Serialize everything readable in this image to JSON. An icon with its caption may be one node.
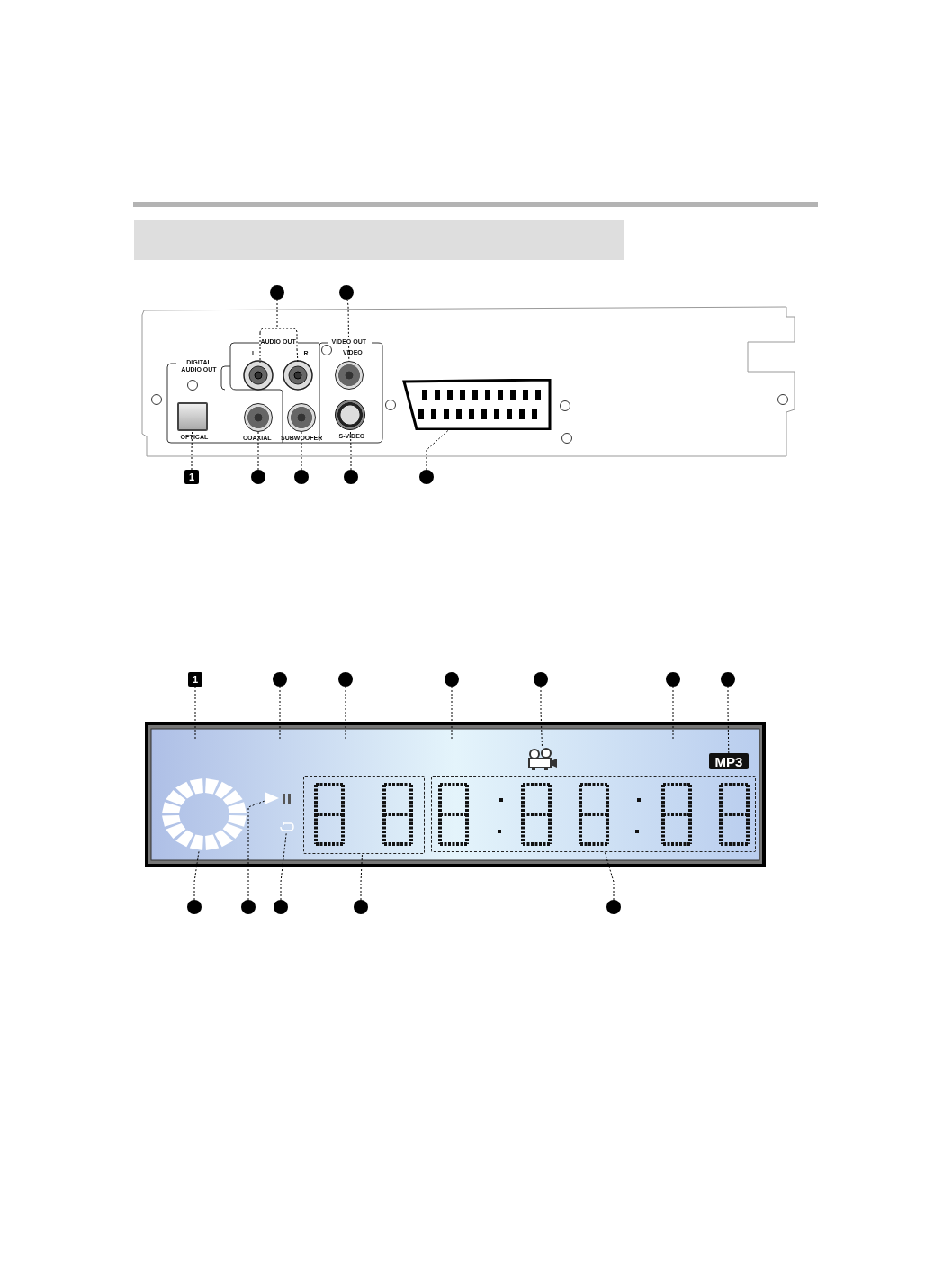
{
  "diagram": {
    "nodes": [
      {
        "text": [],
        "shape": "circle"
      },
      {
        "text": [],
        "shape": "circle"
      },
      {
        "text": [],
        "shape": "circle"
      },
      {
        "text": [],
        "shape": "box"
      },
      {
        "text": [],
        "shape": "circle"
      },
      {
        "text": [],
        "shape": "circle"
      },
      {
        "text": [],
        "shape": "circle"
      },
      {
        "text": [],
        "shape": "box"
      },
      {
        "text": [
          "1"
        ]
      },
      {
        "text": [],
        "shape": "circle"
      },
      {
        "text": [],
        "shape": "circle"
      },
      {
        "text": [],
        "shape": "circle"
      },
      {
        "text": [],
        "shape": "circle"
      },
      {
        "text": [
          "1"
        ]
      },
      {
        "text": [],
        "shape": "circle"
      },
      {
        "text": [],
        "shape": "circle"
      },
      {
        "text": [],
        "shape": "circle"
      },
      {
        "text": [],
        "shape": "circle"
      },
      {
        "text": [],
        "shape": "circle"
      },
      {
        "text": [],
        "shape": "circle"
      },
      {
        "text": [
          "MP3"
        ]
      },
      {
        "text": [],
        "shape": "picture"
      },
      {
        "text": [],
        "shape": "circle"
      },
      {
        "text": [],
        "shape": "triangle"
      },
      {
        "text": [],
        "shape": "circle"
      },
      {
        "text": [],
        "shape": "box"
      },
      {
        "text": [],
        "shape": "box"
      },
      {
        "text": [],
        "shape": "circle"
      },
      {
        "text": [],
        "shape": "circle"
      },
      {
        "text": [],
        "shape": "circle"
      },
      {
        "text": [],
        "shape": "circle"
      },
      {
        "text": [],
        "shape": "circle"
      }
    ],
    "edges": [
      {
        "from": 0,
        "to": null,
        "arrow": "none",
        "style": "dashed"
      },
      {
        "from": 1,
        "to": 2,
        "arrow": "none",
        "style": "dashed"
      },
      {
        "from": 8,
        "to": 3,
        "arrow": "none",
        "style": "dashed"
      },
      {
        "from": 9,
        "to": 4,
        "arrow": "none",
        "style": "dashed"
      },
      {
        "from": 10,
        "to": 5,
        "arrow": "none",
        "style": "dashed"
      },
      {
        "from": 11,
        "to": 6,
        "arrow": "none",
        "style": "dashed"
      },
      {
        "from": 12,
        "to": 7,
        "arrow": "none",
        "style": "dashed"
      },
      {
        "from": 13,
        "to": null,
        "arrow": "none",
        "style": "dashed"
      },
      {
        "from": 14,
        "to": null,
        "arrow": "none",
        "style": "dashed"
      },
      {
        "from": 15,
        "to": null,
        "arrow": "none",
        "style": "dashed"
      },
      {
        "from": 16,
        "to": null,
        "arrow": "none",
        "style": "dashed"
      },
      {
        "from": 17,
        "to": 21,
        "arrow": "none",
        "style": "dashed"
      },
      {
        "from": 18,
        "to": null,
        "arrow": "none",
        "style": "dashed"
      },
      {
        "from": 19,
        "to": 20,
        "arrow": "none",
        "style": "dashed"
      },
      {
        "from": 27,
        "to": 22,
        "arrow": "none",
        "style": "dashed"
      },
      {
        "from": 28,
        "to": 23,
        "arrow": "none",
        "style": "dashed"
      },
      {
        "from": 29,
        "to": 24,
        "arrow": "none",
        "style": "dashed"
      },
      {
        "from": 30,
        "to": 25,
        "arrow": "none",
        "style": "dashed"
      },
      {
        "from": 31,
        "to": 26,
        "arrow": "none",
        "style": "dashed"
      }
    ],
    "labels": [
      "DIGITAL AUDIO OUT",
      "AUDIO OUT",
      "L",
      "R",
      "VIDEO OUT",
      "VIDEO",
      "OPTICAL",
      "COAXIAL",
      "SUBWOOFER",
      "S-VIDEO"
    ]
  }
}
